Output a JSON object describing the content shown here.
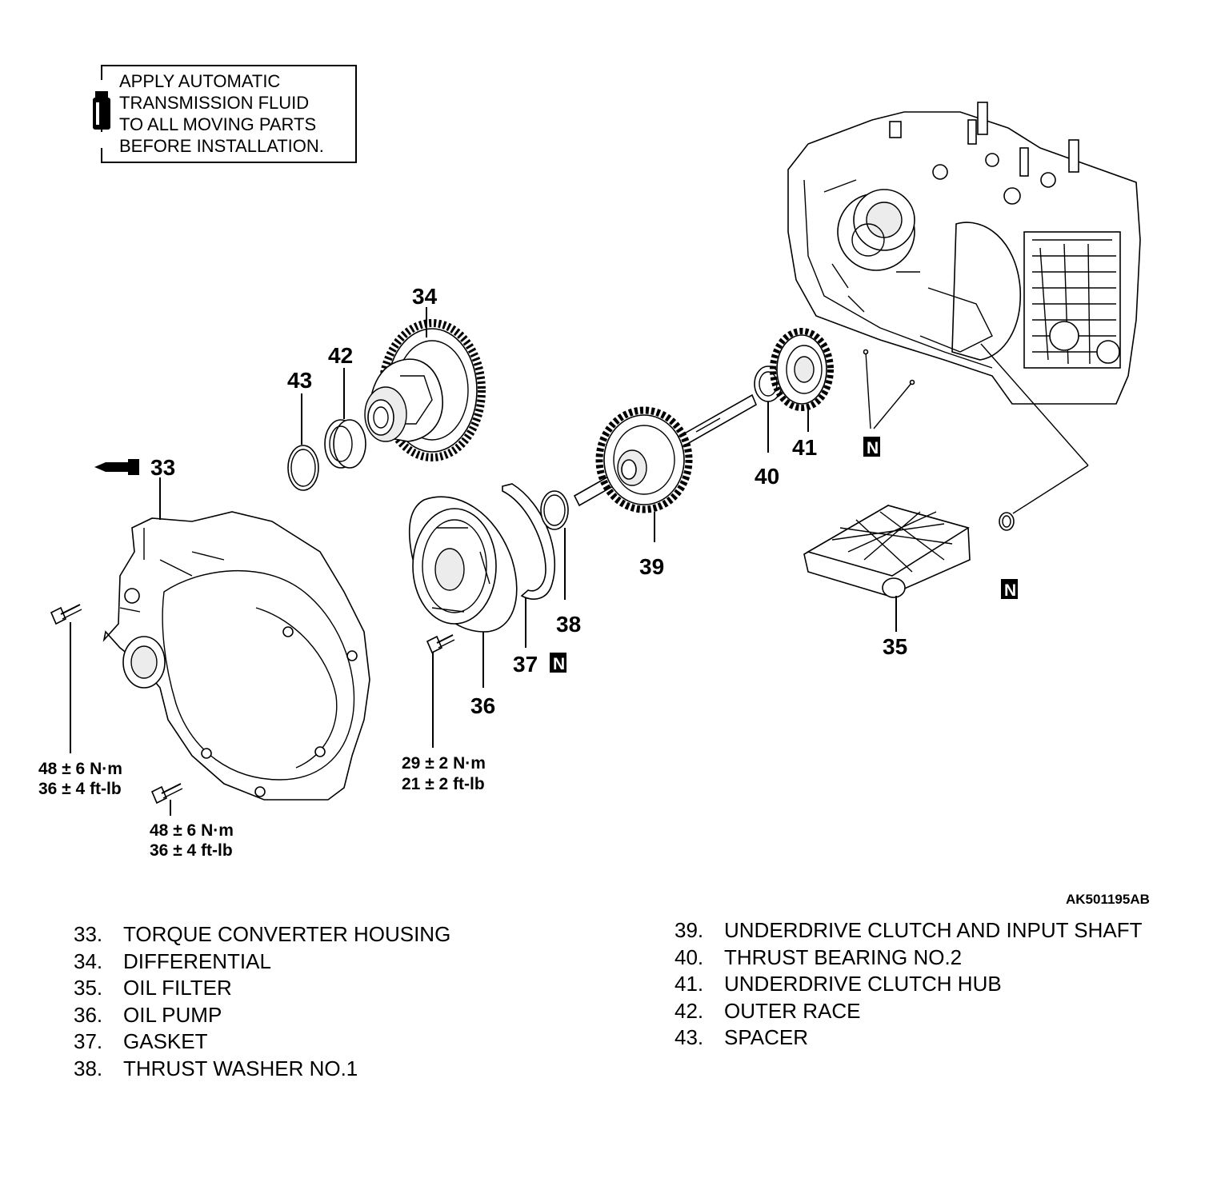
{
  "note": {
    "lines": [
      "APPLY AUTOMATIC",
      "TRANSMISSION FLUID",
      "TO ALL MOVING PARTS",
      "BEFORE INSTALLATION."
    ],
    "icon": "fluid-bottle-icon"
  },
  "callouts": {
    "c33": "33",
    "c34": "34",
    "c35": "35",
    "c36": "36",
    "c37": "37",
    "c38": "38",
    "c39": "39",
    "c40": "40",
    "c41": "41",
    "c42": "42",
    "c43": "43"
  },
  "n_marks": {
    "n_label": "N"
  },
  "torque": {
    "left_upper": [
      "48 ± 6 N·m",
      "36 ± 4 ft-lb"
    ],
    "left_lower": [
      "48 ± 6 N·m",
      "36 ± 4 ft-lb"
    ],
    "pump_bolt": [
      "29 ± 2 N·m",
      "21 ± 2 ft-lb"
    ]
  },
  "figure_code": "AK501195AB",
  "legend": {
    "left": [
      {
        "num": "33.",
        "name": "TORQUE CONVERTER HOUSING"
      },
      {
        "num": "34.",
        "name": "DIFFERENTIAL"
      },
      {
        "num": "35.",
        "name": "OIL FILTER"
      },
      {
        "num": "36.",
        "name": "OIL PUMP"
      },
      {
        "num": "37.",
        "name": "GASKET"
      },
      {
        "num": "38.",
        "name": "THRUST WASHER NO.1"
      }
    ],
    "right": [
      {
        "num": "39.",
        "name": "UNDERDRIVE CLUTCH AND INPUT SHAFT"
      },
      {
        "num": "40.",
        "name": "THRUST BEARING NO.2"
      },
      {
        "num": "41.",
        "name": "UNDERDRIVE CLUTCH HUB"
      },
      {
        "num": "42.",
        "name": "OUTER RACE"
      },
      {
        "num": "43.",
        "name": "SPACER"
      }
    ]
  }
}
